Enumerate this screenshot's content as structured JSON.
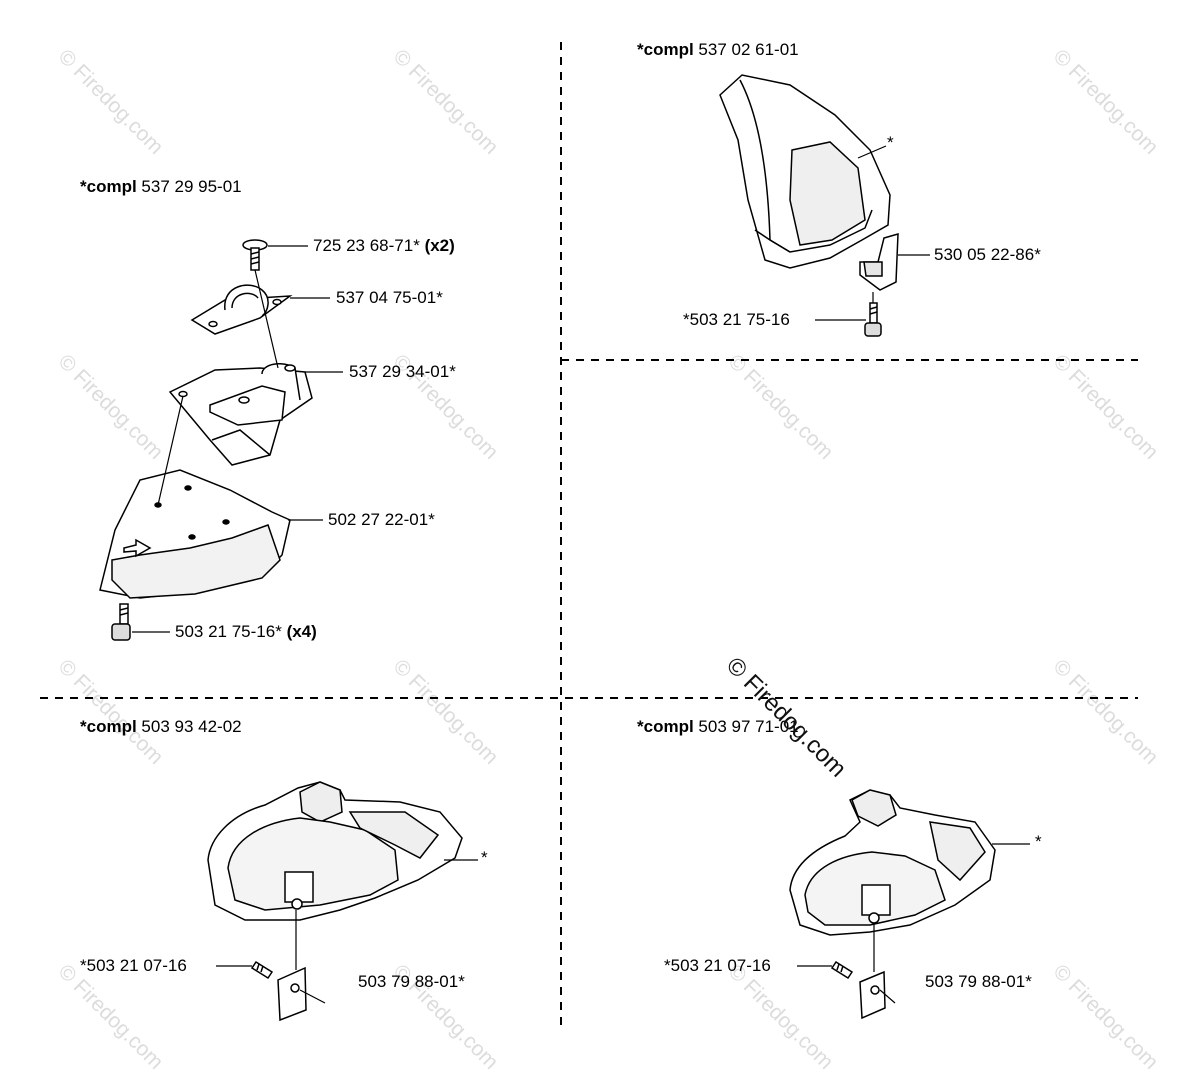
{
  "watermark": {
    "small": "© Firedog.com",
    "big": "© Firedog.com"
  },
  "sections": {
    "top_left": {
      "compl_prefix": "*compl",
      "compl_number": "537 29 95-01",
      "parts": {
        "screw": {
          "number": "725 23 68-71*",
          "qty": "(x2)"
        },
        "clamp": {
          "number": "537 04 75-01*"
        },
        "bracket": {
          "number": "537 29 34-01*"
        },
        "guard": {
          "number": "502 27 22-01*"
        },
        "bolts": {
          "number": "503 21 75-16*",
          "qty": "(x4)"
        }
      }
    },
    "top_right": {
      "compl_prefix": "*compl",
      "compl_number": "537 02 61-01",
      "star": "*",
      "parts": {
        "holder": {
          "number": "530 05 22-86*"
        },
        "screw": {
          "number": "*503 21 75-16"
        }
      }
    },
    "bottom_left": {
      "compl_prefix": "*compl",
      "compl_number": "503 93 42-02",
      "star": "*",
      "parts": {
        "screw": {
          "number": "*503 21 07-16"
        },
        "plate": {
          "number": "503 79 88-01*"
        }
      }
    },
    "bottom_right": {
      "compl_prefix": "*compl",
      "compl_number": "503 97 71-01",
      "star": "*",
      "parts": {
        "screw": {
          "number": "*503 21 07-16"
        },
        "plate": {
          "number": "503 79 88-01*"
        }
      }
    }
  }
}
